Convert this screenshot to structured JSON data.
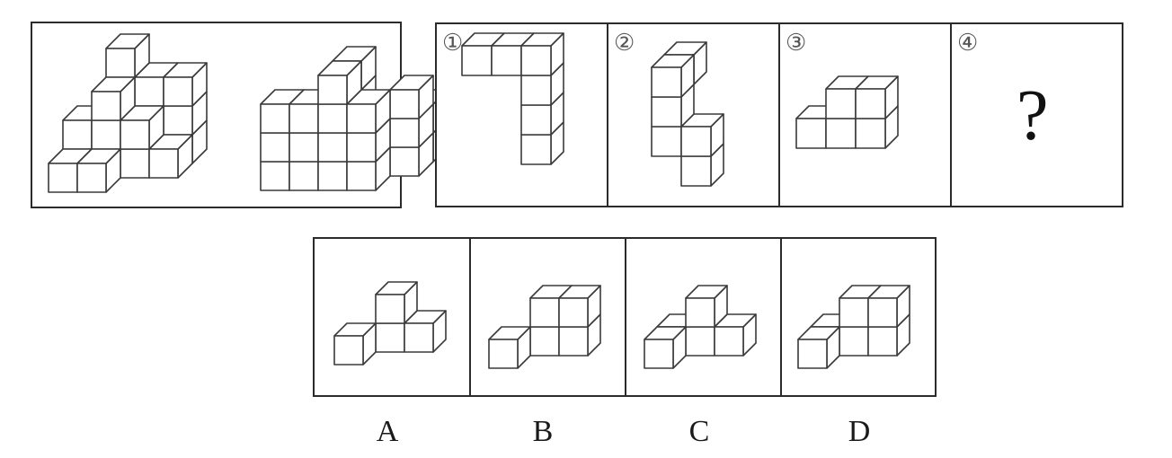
{
  "reference": {
    "labels": []
  },
  "sequence": {
    "cells": [
      {
        "label": "①"
      },
      {
        "label": "②"
      },
      {
        "label": "③"
      },
      {
        "label": "④"
      }
    ],
    "unknown_mark": "?"
  },
  "options": {
    "labels": [
      "A",
      "B",
      "C",
      "D"
    ]
  }
}
